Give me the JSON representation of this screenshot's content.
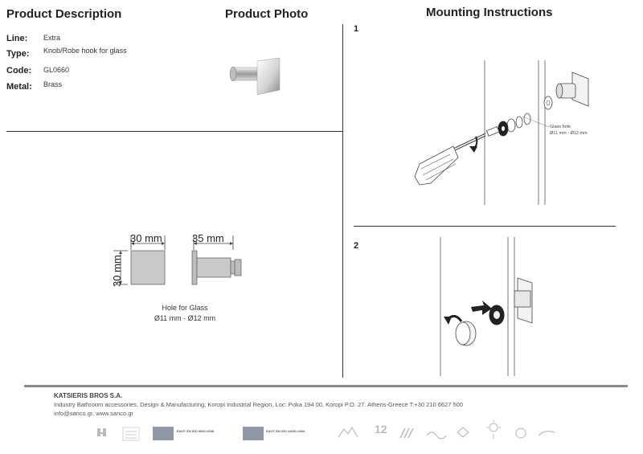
{
  "headers": {
    "description": "Product Description",
    "photo": "Product Photo",
    "mounting": "Mounting Instructions"
  },
  "specs": [
    {
      "label": "Line:",
      "value": "Extra"
    },
    {
      "label": "Type:",
      "value": "Knob/Robe hook for glass"
    },
    {
      "label": "Code:",
      "value": "GL0660"
    },
    {
      "label": "Metal:",
      "value": "Brass"
    }
  ],
  "drawing": {
    "width_dim": "30 mm",
    "height_dim": "30 mm",
    "depth_dim": "35 mm",
    "hole_title": "Hole for Glass",
    "hole_size": "Ø11 mm - Ø12 mm"
  },
  "steps": {
    "step1": "1",
    "step2": "2",
    "glass_hole_label": "Glass hole",
    "glass_hole_size": "Ø11 mm - Ø12 mm"
  },
  "footer": {
    "company": "KATSIERIS BROS S.A.",
    "line1": "Industry Bathroom accessories, Design & Manufacturing, Koropi Industrial Region, Loc: Poka 194 00, Koropi P.O. 27. Athens-Greece   T:+30 210 6627 500",
    "line2": "info@sanco.gr, www.sanco.gr",
    "cert1": "EAOT EN ISO 9001:2008",
    "cert2": "EAOT EN ISO 14001:2004",
    "badge_12": "12"
  },
  "colors": {
    "rule": "#333333",
    "footer_bar": "#8a8a8a"
  }
}
